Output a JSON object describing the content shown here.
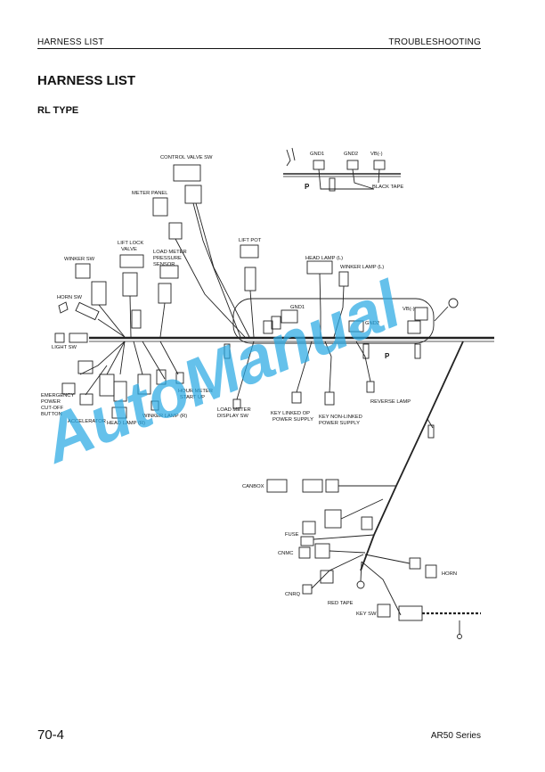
{
  "header": {
    "left": "HARNESS LIST",
    "right": "TROUBLESHOOTING"
  },
  "page_title": "HARNESS LIST",
  "section_title": "RL TYPE",
  "watermark": "AutoManual",
  "labels": {
    "control_valve_sw": "CONTROL VALVE SW",
    "gnd1_top": "GND1",
    "gnd2_top": "GND2",
    "vb_top": "VB(-)",
    "black_tape": "BLACK TAPE",
    "p_top": "P",
    "meter_panel": "METER PANEL",
    "lift_lock_valve_1": "LIFT LOCK",
    "lift_lock_valve_2": "VALVE",
    "load_meter_pressure_1": "LOAD METER",
    "load_meter_pressure_2": "PRESSURE",
    "load_meter_pressure_3": "SENSOR",
    "lift_pot": "LIFT POT",
    "head_lamp_l": "HEAD LAMP (L)",
    "winker_lamp_l": "WINKER LAMP (L)",
    "winker_sw": "WINKER SW",
    "horn_sw": "HORN SW",
    "light_sw": "LIGHT SW",
    "gnd1_mid": "GND1",
    "gnd2_mid": "GND2",
    "vb_mid": "VB(-)",
    "p_mid": "P",
    "emergency_1": "EMERGENCY",
    "emergency_2": "POWER",
    "emergency_3": "CUT-OFF",
    "emergency_4": "BUTTON",
    "accelerator": "ACCELERATOR",
    "head_lamp_r": "HEAD LAMP (R)",
    "hour_meter_1": "HOUR METER",
    "hour_meter_2": "START UP",
    "winker_lamp_r": "WINKER LAMP (R)",
    "load_meter_display_1": "LOAD METER",
    "load_meter_display_2": "DISPLAY SW",
    "key_linked_1": "KEY LINKED OP",
    "key_linked_2": "POWER SUPPLY",
    "key_non_linked_1": "KEY NON-LINKED",
    "key_non_linked_2": "POWER SUPPLY",
    "reverse_lamp": "REVERSE LAMP",
    "canbox": "CANBOX",
    "fuse": "FUSE",
    "cnmc": "CNMC",
    "cnrq": "CNRQ",
    "red_tape": "RED TAPE",
    "horn": "HORN",
    "key_sw": "KEY SW"
  },
  "footer": {
    "page_number": "70-4",
    "series": "AR50 Series"
  }
}
